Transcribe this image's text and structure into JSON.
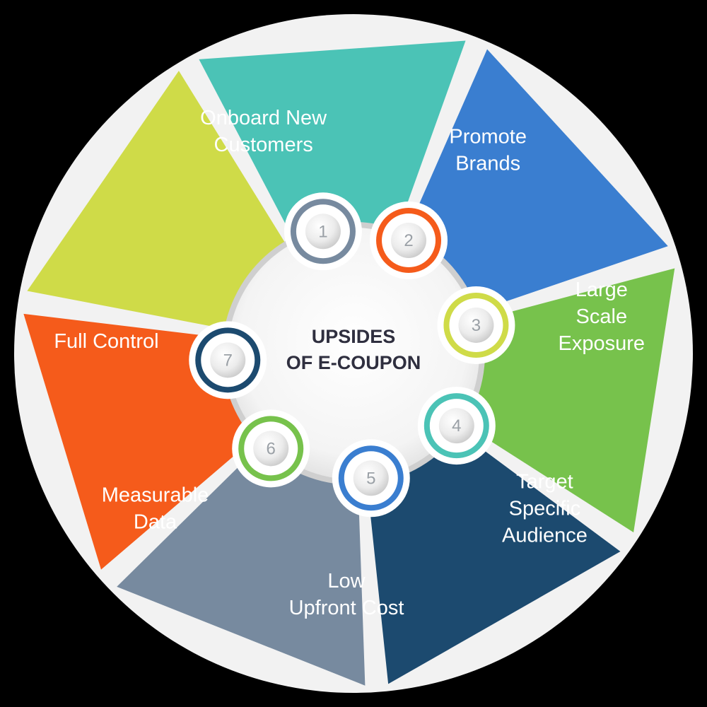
{
  "diagram": {
    "center_title": [
      "UPSIDES",
      "OF E-COUPON"
    ],
    "segments": [
      {
        "number": "1",
        "label_lines": [
          "Onboard New",
          "Customers"
        ],
        "color": "#778a9f"
      },
      {
        "number": "2",
        "label_lines": [
          "Promote",
          "Brands"
        ],
        "color": "#f55b1b"
      },
      {
        "number": "3",
        "label_lines": [
          "Large",
          "Scale",
          "Exposure"
        ],
        "color": "#cfdb48"
      },
      {
        "number": "4",
        "label_lines": [
          "Target",
          "Specific",
          "Audience"
        ],
        "color": "#4bc3b6"
      },
      {
        "number": "5",
        "label_lines": [
          "Low",
          "Upfront Cost"
        ],
        "color": "#3a7ed0"
      },
      {
        "number": "6",
        "label_lines": [
          "Measurable",
          "Data"
        ],
        "color": "#77c24c"
      },
      {
        "number": "7",
        "label_lines": [
          "Full Control"
        ],
        "color": "#1c4a6f"
      }
    ],
    "colors": {
      "background": "#000000",
      "outer_ring": "#f2f2f2",
      "separator": "#eeeeee",
      "center_fill": "#ffffff",
      "center_text": "#2f2f3f",
      "number_text": "#9aa0a6"
    }
  }
}
